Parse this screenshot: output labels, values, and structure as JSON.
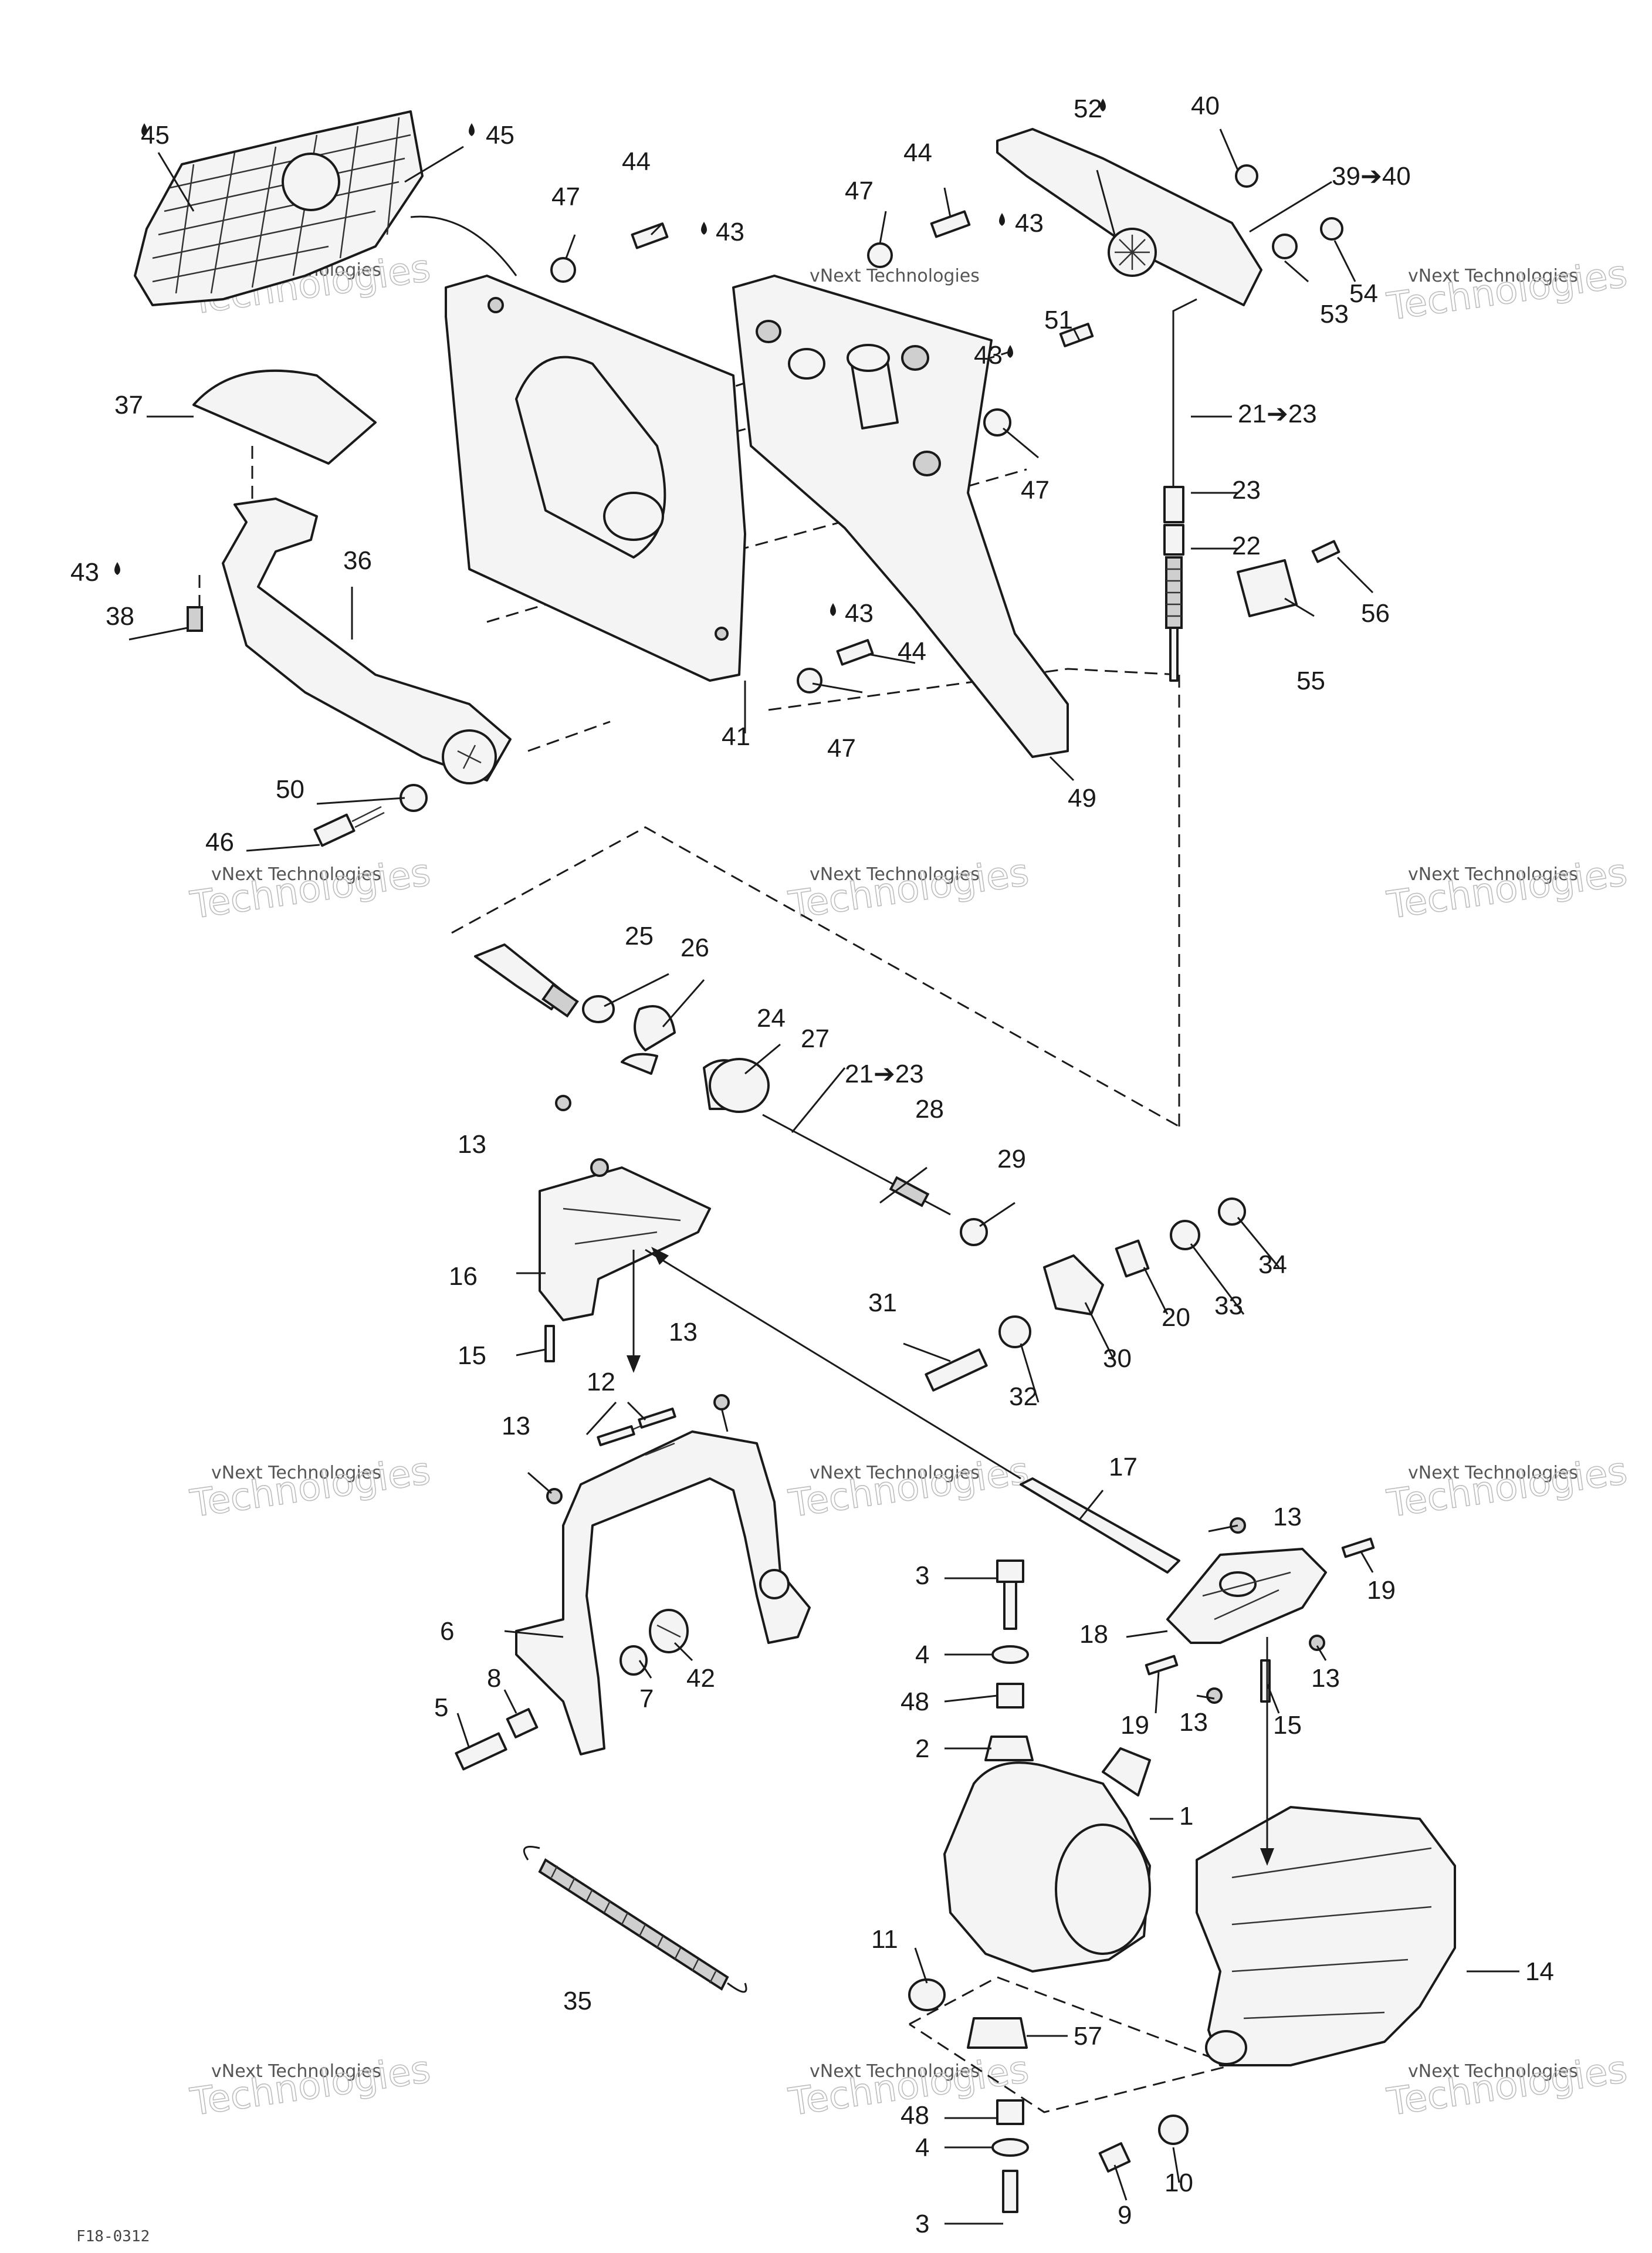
{
  "labels": {
    "p1": "1",
    "p2": "2",
    "p3a": "3",
    "p3b": "3",
    "p4a": "4",
    "p4b": "4",
    "p5": "5",
    "p6": "6",
    "p7": "7",
    "p8": "8",
    "p9": "9",
    "p10": "10",
    "p11": "11",
    "p12": "12",
    "p13a": "13",
    "p13b": "13",
    "p13c": "13",
    "p13d": "13",
    "p13e": "13",
    "p13f": "13",
    "p14": "14",
    "p15a": "15",
    "p15b": "15",
    "p16": "16",
    "p17": "17",
    "p18": "18",
    "p19a": "19",
    "p19b": "19",
    "p20": "20",
    "p21a": "21➔23",
    "p21b": "21➔23",
    "p22": "22",
    "p23": "23",
    "p24": "24",
    "p25": "25",
    "p26": "26",
    "p27": "27",
    "p28": "28",
    "p29": "29",
    "p30": "30",
    "p31": "31",
    "p32": "32",
    "p33": "33",
    "p34": "34",
    "p35": "35",
    "p36": "36",
    "p37": "37",
    "p38": "38",
    "p39": "39➔40",
    "p40": "40",
    "p41": "41",
    "p42": "42",
    "p43a": "43",
    "p43b": "43",
    "p43c": "43",
    "p43d": "43",
    "p43e": "43",
    "p44a": "44",
    "p44b": "44",
    "p44c": "44",
    "p45a": "45",
    "p45b": "45",
    "p46": "46",
    "p47a": "47",
    "p47b": "47",
    "p47c": "47",
    "p47d": "47",
    "p48a": "48",
    "p48b": "48",
    "p49": "49",
    "p50": "50",
    "p51": "51",
    "p52": "52",
    "p53": "53",
    "p54": "54",
    "p55": "55",
    "p56": "56",
    "p57": "57"
  },
  "watermark": {
    "line1": "vNext Technologies",
    "line2": "vNext",
    "line3": "Technologies"
  },
  "footer_code": "F18-0312"
}
